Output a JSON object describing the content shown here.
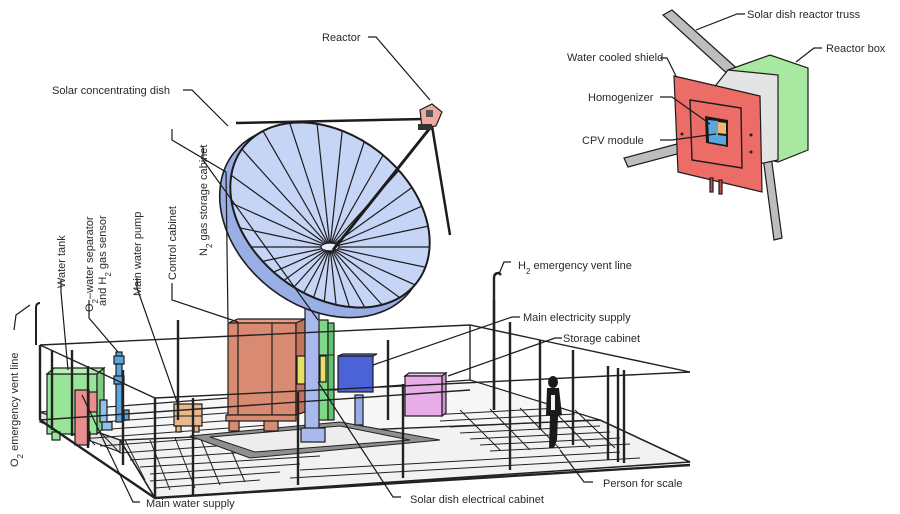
{
  "figure": {
    "title": "Solar-driven hydrogen production plant layout",
    "colors": {
      "dish": "#c6d4f5",
      "dish_rim": "#9aaee6",
      "pillar": "#a9b9ee",
      "control_cabinet": "#d98a72",
      "n2_cabinet": "#7fd88a",
      "electrical_cabinet": "#e7e067",
      "main_electricity_box": "#4b63d6",
      "storage_cabinet": "#e7aee8",
      "water_tank": "#98e59a",
      "separator": "#e98d8d",
      "pump": "#e8b98d",
      "reactor_box": "#a8e8a0",
      "water_cooled_shield": "#ec6d68",
      "homogenizer": "#5aa6de",
      "cpv_module": "#f2b86b",
      "truss": "#bdbdbd"
    },
    "labels": {
      "reactor": "Reactor",
      "solar_dish": "Solar concentrating dish",
      "n2_cabinet_pre": "N",
      "n2_cabinet_sub": "2",
      "n2_cabinet_post": " gas storage cabinet",
      "control_cabinet": "Control cabinet",
      "main_water_pump": "Main water pump",
      "separator_line1_pre": "O",
      "separator_line1_sub": "2",
      "separator_line1_post": "–water separator",
      "separator_line2_pre": "and H",
      "separator_line2_sub": "2",
      "separator_line2_post": " gas sensor",
      "water_tank": "Water tank",
      "o2_vent_pre": "O",
      "o2_vent_sub": "2",
      "o2_vent_post": " emergency vent line",
      "h2_vent_pre": "H",
      "h2_vent_sub": "2",
      "h2_vent_post": " emergency vent line",
      "main_electricity_supply": "Main electricity supply",
      "storage_cabinet": "Storage cabinet",
      "person_for_scale": "Person for scale",
      "solar_dish_electrical_cabinet": "Solar dish electrical cabinet",
      "main_water_supply": "Main water supply"
    },
    "inset_labels": {
      "truss": "Solar dish reactor truss",
      "reactor_box": "Reactor box",
      "shield": "Water cooled shield",
      "homogenizer": "Homogenizer",
      "cpv_module": "CPV module"
    }
  }
}
